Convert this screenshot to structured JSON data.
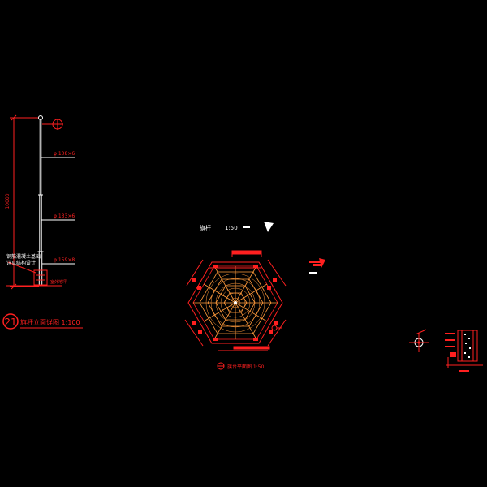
{
  "colors": {
    "background": "#000000",
    "primary": "#ff2020",
    "secondary": "#ffffff",
    "accent": "#ff9a3c"
  },
  "pole_elevation": {
    "height_dim": "10000",
    "spec_top": "φ 108×6",
    "spec_mid": "φ 133×6",
    "spec_bottom": "φ 159×8",
    "base_note_line1": "钢筋混凝土基础",
    "base_note_line2": "详见结构设计",
    "ground_label": "室外地坪"
  },
  "drawing_title": {
    "number": "21",
    "title": "旗杆立面详图 1:100"
  },
  "plan_view": {
    "tag_1": "旗杆",
    "tag_2": "1:50",
    "title": "旗台平面图 1:50"
  }
}
